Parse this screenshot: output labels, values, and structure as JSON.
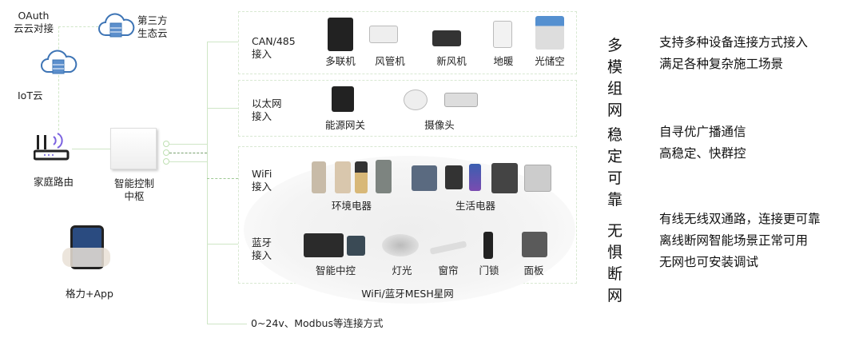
{
  "cloud": {
    "oauth": "OAuth",
    "oauth2": "云云对接",
    "third1": "第三方",
    "third2": "生态云",
    "iot": "IoT云"
  },
  "router": "家庭路由",
  "hub": {
    "line1": "智能控制",
    "line2": "中枢"
  },
  "app": "格力+App",
  "rows": {
    "can": {
      "l1": "CAN/485",
      "l2": "接入",
      "items": [
        "多联机",
        "风管机",
        "新风机",
        "地暖",
        "光储空"
      ]
    },
    "eth": {
      "l1": "以太网",
      "l2": "接入",
      "items": [
        "能源网关",
        "摄像头"
      ]
    },
    "wifi": {
      "l1": "WiFi",
      "l2": "接入",
      "groups": [
        "环境电器",
        "生活电器"
      ]
    },
    "bt": {
      "l1": "蓝牙",
      "l2": "接入",
      "items": [
        "智能中控",
        "灯光",
        "窗帘",
        "门锁",
        "面板"
      ]
    }
  },
  "mesh": "WiFi/蓝牙MESH星网",
  "wired": "0~24v、Modbus等连接方式",
  "features": [
    {
      "h1": "多模",
      "h2": "组网",
      "lines": [
        "支持多种设备连接方式接入",
        "满足各种复杂施工场景"
      ]
    },
    {
      "h1": "稳定",
      "h2": "可靠",
      "lines": [
        "自寻优广播通信",
        "高稳定、快群控"
      ]
    },
    {
      "h1": "无惧",
      "h2": "断网",
      "lines": [
        "有线无线双通路，连接更可靠",
        "离线断网智能场景正常可用",
        "无网也可安装调试"
      ]
    }
  ],
  "colors": {
    "line": "#cfe6c6",
    "cloud": "#3d74b5"
  }
}
